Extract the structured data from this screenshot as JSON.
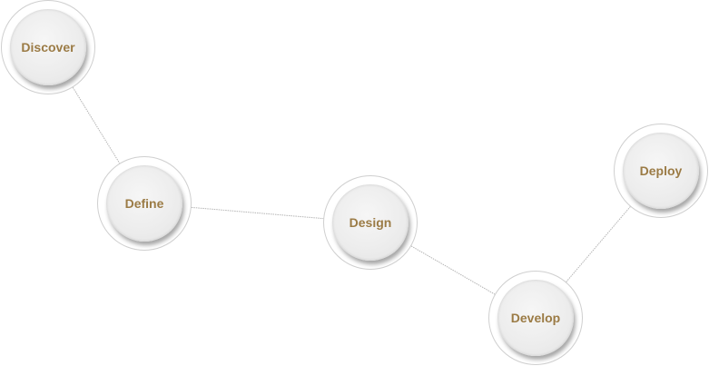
{
  "diagram": {
    "nodes": [
      {
        "id": "discover",
        "label": "Discover"
      },
      {
        "id": "define",
        "label": "Define"
      },
      {
        "id": "design",
        "label": "Design"
      },
      {
        "id": "develop",
        "label": "Develop"
      },
      {
        "id": "deploy",
        "label": "Deploy"
      }
    ],
    "edges": [
      {
        "from": "discover",
        "to": "define"
      },
      {
        "from": "define",
        "to": "design"
      },
      {
        "from": "design",
        "to": "develop"
      },
      {
        "from": "develop",
        "to": "deploy"
      }
    ],
    "colors": {
      "label": "#9b7b45",
      "edge": "#b5b5b5"
    }
  }
}
